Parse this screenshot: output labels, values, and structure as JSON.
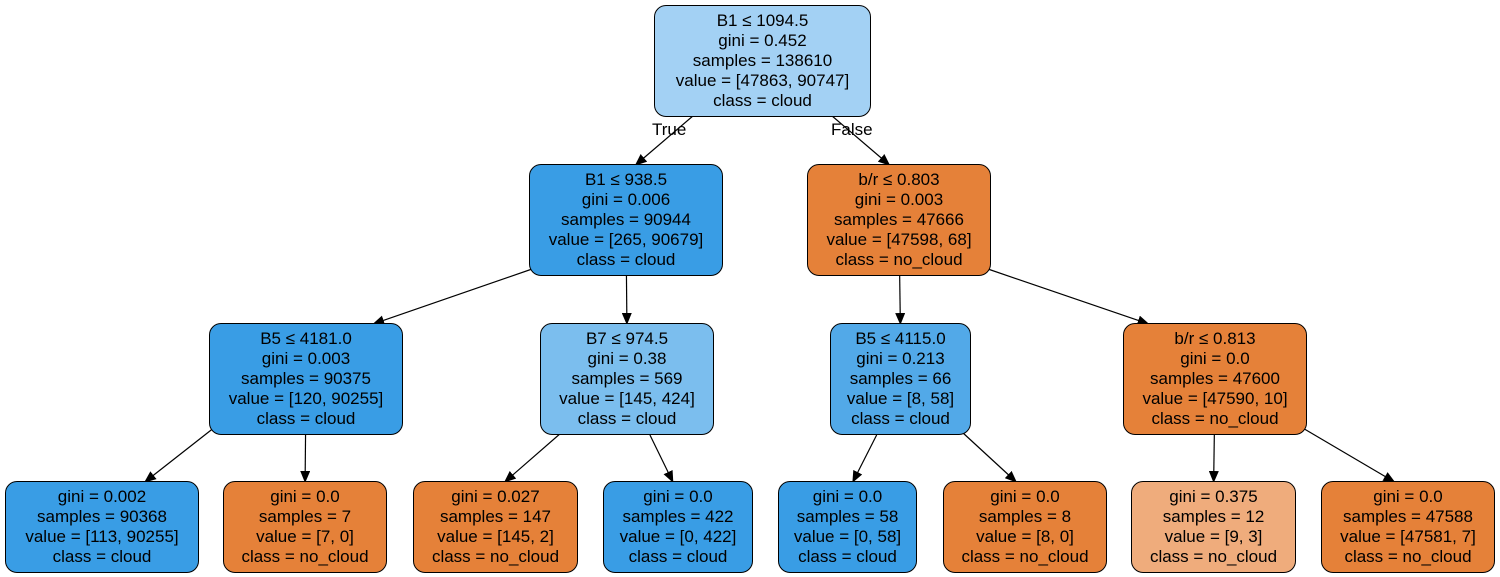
{
  "colors": {
    "cloud_strong": "#399de5",
    "cloud_light": "#7bbeee",
    "cloud_pale": "#a3d1f4",
    "cloud_mid": "#52a9e8",
    "no_cloud_strong": "#e58139",
    "no_cloud_light": "#efac7c",
    "edge": "#000000",
    "background": "#ffffff"
  },
  "edge_labels": {
    "true": "True",
    "false": "False"
  },
  "nodes": [
    {
      "id": "n0",
      "split": "B1 ≤ 1094.5",
      "gini": "gini = 0.452",
      "samples": "samples = 138610",
      "value": "value = [47863, 90747]",
      "class": "class = cloud",
      "fill": "#a3d1f4"
    },
    {
      "id": "n1",
      "split": "B1 ≤ 938.5",
      "gini": "gini = 0.006",
      "samples": "samples = 90944",
      "value": "value = [265, 90679]",
      "class": "class = cloud",
      "fill": "#399de5"
    },
    {
      "id": "n2",
      "split": "b/r ≤ 0.803",
      "gini": "gini = 0.003",
      "samples": "samples = 47666",
      "value": "value = [47598, 68]",
      "class": "class = no_cloud",
      "fill": "#e58139"
    },
    {
      "id": "n3",
      "split": "B5 ≤ 4181.0",
      "gini": "gini = 0.003",
      "samples": "samples = 90375",
      "value": "value = [120, 90255]",
      "class": "class = cloud",
      "fill": "#399de5"
    },
    {
      "id": "n4",
      "split": "B7 ≤ 974.5",
      "gini": "gini = 0.38",
      "samples": "samples = 569",
      "value": "value = [145, 424]",
      "class": "class = cloud",
      "fill": "#7bbeee"
    },
    {
      "id": "n5",
      "split": "B5 ≤ 4115.0",
      "gini": "gini = 0.213",
      "samples": "samples = 66",
      "value": "value = [8, 58]",
      "class": "class = cloud",
      "fill": "#52a9e8"
    },
    {
      "id": "n6",
      "split": "b/r ≤ 0.813",
      "gini": "gini = 0.0",
      "samples": "samples = 47600",
      "value": "value = [47590, 10]",
      "class": "class = no_cloud",
      "fill": "#e58139"
    },
    {
      "id": "n7",
      "split": "",
      "gini": "gini = 0.002",
      "samples": "samples = 90368",
      "value": "value = [113, 90255]",
      "class": "class = cloud",
      "fill": "#399de5"
    },
    {
      "id": "n8",
      "split": "",
      "gini": "gini = 0.0",
      "samples": "samples = 7",
      "value": "value = [7, 0]",
      "class": "class = no_cloud",
      "fill": "#e58139"
    },
    {
      "id": "n9",
      "split": "",
      "gini": "gini = 0.027",
      "samples": "samples = 147",
      "value": "value = [145, 2]",
      "class": "class = no_cloud",
      "fill": "#e58139"
    },
    {
      "id": "n10",
      "split": "",
      "gini": "gini = 0.0",
      "samples": "samples = 422",
      "value": "value = [0, 422]",
      "class": "class = cloud",
      "fill": "#399de5"
    },
    {
      "id": "n11",
      "split": "",
      "gini": "gini = 0.0",
      "samples": "samples = 58",
      "value": "value = [0, 58]",
      "class": "class = cloud",
      "fill": "#399de5"
    },
    {
      "id": "n12",
      "split": "",
      "gini": "gini = 0.0",
      "samples": "samples = 8",
      "value": "value = [8, 0]",
      "class": "class = no_cloud",
      "fill": "#e58139"
    },
    {
      "id": "n13",
      "split": "",
      "gini": "gini = 0.375",
      "samples": "samples = 12",
      "value": "value = [9, 3]",
      "class": "class = no_cloud",
      "fill": "#efac7c"
    },
    {
      "id": "n14",
      "split": "",
      "gini": "gini = 0.0",
      "samples": "samples = 47588",
      "value": "value = [47581, 7]",
      "class": "class = no_cloud",
      "fill": "#e58139"
    }
  ],
  "edges": [
    {
      "from": "n0",
      "to": "n1"
    },
    {
      "from": "n0",
      "to": "n2"
    },
    {
      "from": "n1",
      "to": "n3"
    },
    {
      "from": "n1",
      "to": "n4"
    },
    {
      "from": "n2",
      "to": "n5"
    },
    {
      "from": "n2",
      "to": "n6"
    },
    {
      "from": "n3",
      "to": "n7"
    },
    {
      "from": "n3",
      "to": "n8"
    },
    {
      "from": "n4",
      "to": "n9"
    },
    {
      "from": "n4",
      "to": "n10"
    },
    {
      "from": "n5",
      "to": "n11"
    },
    {
      "from": "n5",
      "to": "n12"
    },
    {
      "from": "n6",
      "to": "n13"
    },
    {
      "from": "n6",
      "to": "n14"
    }
  ]
}
